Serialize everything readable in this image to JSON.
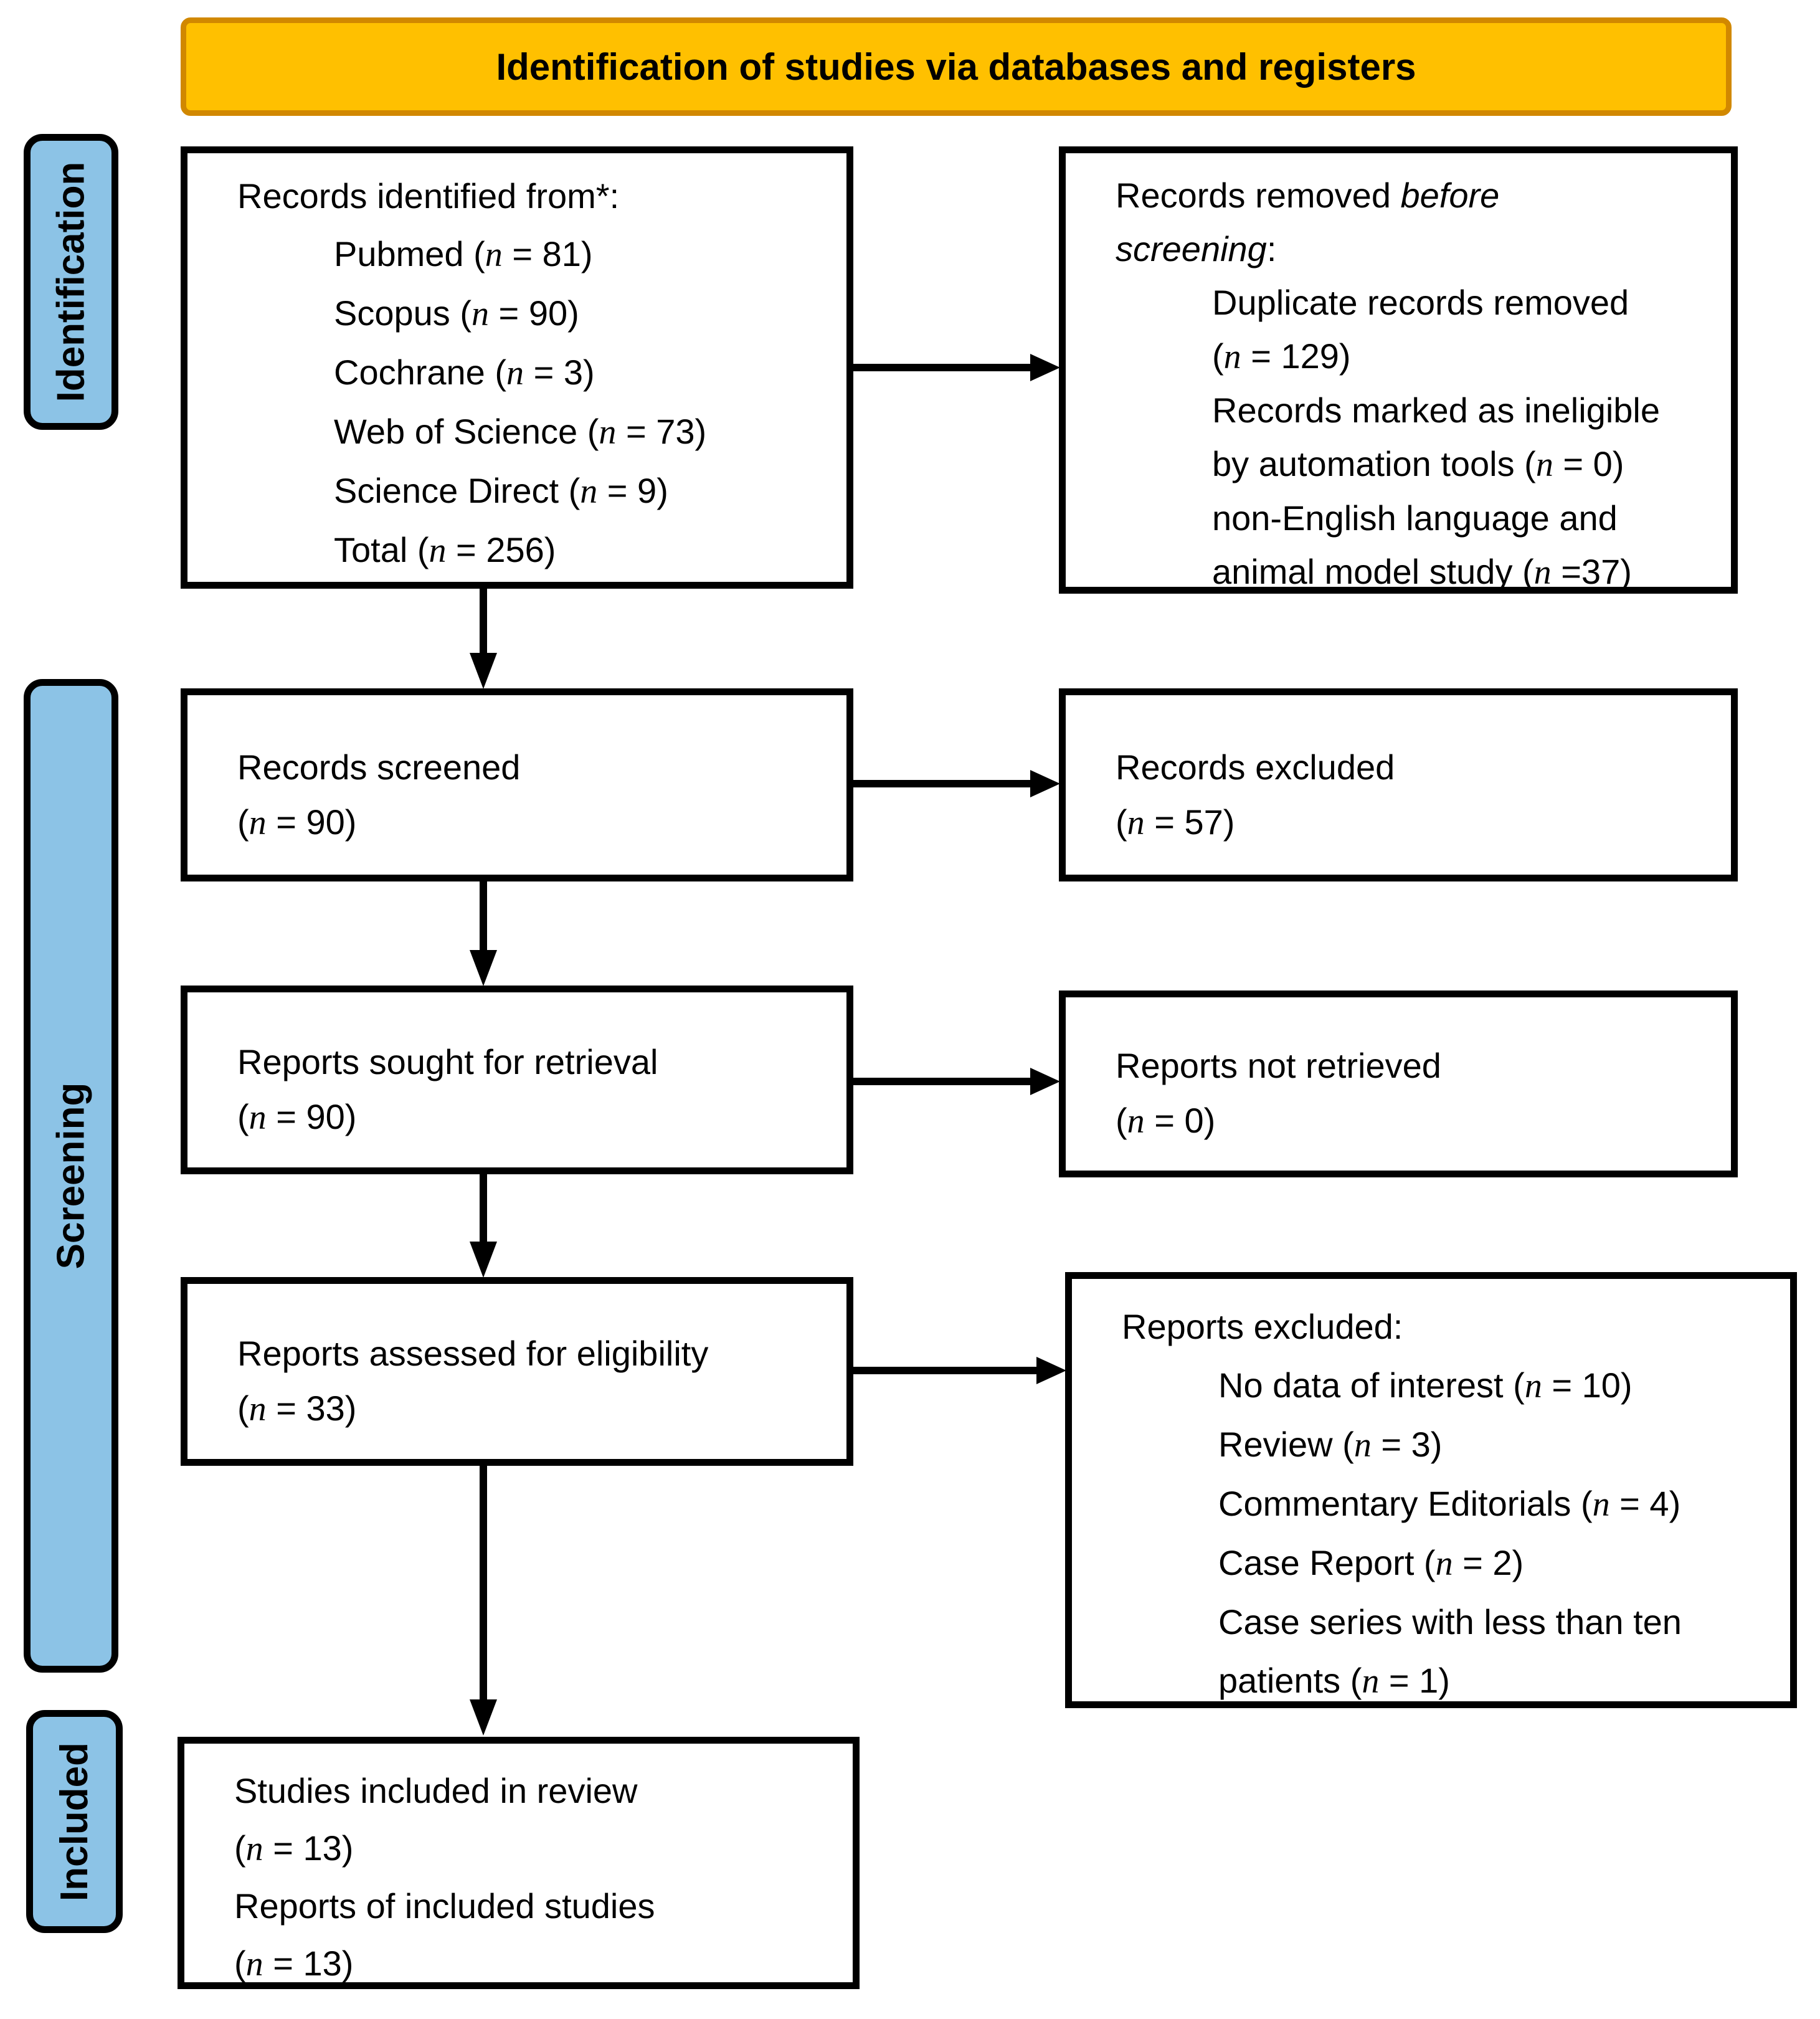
{
  "header": {
    "title": "Identification of studies via databases and registers"
  },
  "side_labels": [
    {
      "label": "Identification"
    },
    {
      "label": "Screening"
    },
    {
      "label": "Included"
    }
  ],
  "boxes": {
    "records_identified": {
      "lines": [
        {
          "t": "Records identified from*:",
          "i": 0
        },
        {
          "t": "Pubmed (n = 81)",
          "i": 1
        },
        {
          "t": "Scopus (n = 90)",
          "i": 1
        },
        {
          "t": "Cochrane (n = 3)",
          "i": 1
        },
        {
          "t": "Web of Science (n = 73)",
          "i": 1
        },
        {
          "t": "Science Direct (n = 9)",
          "i": 1
        },
        {
          "t": "Total (n = 256)",
          "i": 1
        }
      ]
    },
    "records_removed": {
      "lines": [
        {
          "t": "Records removed *before*",
          "i": 0
        },
        {
          "t": "*screening*:",
          "i": 0
        },
        {
          "t": "Duplicate records removed",
          "i": 1
        },
        {
          "t": "(n = 129)",
          "i": 1
        },
        {
          "t": "Records marked as ineligible",
          "i": 1
        },
        {
          "t": "by automation tools (n = 0)",
          "i": 1
        },
        {
          "t": "non-English language and",
          "i": 1
        },
        {
          "t": "animal model study (n =37)",
          "i": 1
        }
      ]
    },
    "records_screened": {
      "lines": [
        {
          "t": "Records screened",
          "i": 0
        },
        {
          "t": "(n = 90)",
          "i": 0
        }
      ]
    },
    "records_excluded": {
      "lines": [
        {
          "t": "Records excluded",
          "i": 0
        },
        {
          "t": "(n = 57)",
          "i": 0
        }
      ]
    },
    "reports_sought": {
      "lines": [
        {
          "t": "Reports sought for retrieval",
          "i": 0
        },
        {
          "t": "(n = 90)",
          "i": 0
        }
      ]
    },
    "reports_not_retrieved": {
      "lines": [
        {
          "t": "Reports not retrieved",
          "i": 0
        },
        {
          "t": "(n = 0)",
          "i": 0
        }
      ]
    },
    "reports_assessed": {
      "lines": [
        {
          "t": "Reports assessed for eligibility",
          "i": 0
        },
        {
          "t": "(n = 33)",
          "i": 0
        }
      ]
    },
    "reports_excluded": {
      "lines": [
        {
          "t": "Reports excluded:",
          "i": 0
        },
        {
          "t": "No data of interest (n = 10)",
          "i": 1
        },
        {
          "t": "Review (n = 3)",
          "i": 1
        },
        {
          "t": "Commentary Editorials (n = 4)",
          "i": 1
        },
        {
          "t": "Case Report (n = 2)",
          "i": 1
        },
        {
          "t": "Case series with less than ten",
          "i": 1
        },
        {
          "t": "patients (n = 1)",
          "i": 1
        }
      ]
    },
    "studies_included": {
      "lines": [
        {
          "t": "Studies included in review",
          "i": 0
        },
        {
          "t": "(n = 13)",
          "i": 0
        },
        {
          "t": "Reports of included studies",
          "i": 0
        },
        {
          "t": "(n = 13)",
          "i": 0
        }
      ]
    }
  },
  "colors": {
    "header_fill": "#FFC000",
    "header_border": "#D18800",
    "side_fill": "#8CC3E6",
    "line": "#000000"
  }
}
